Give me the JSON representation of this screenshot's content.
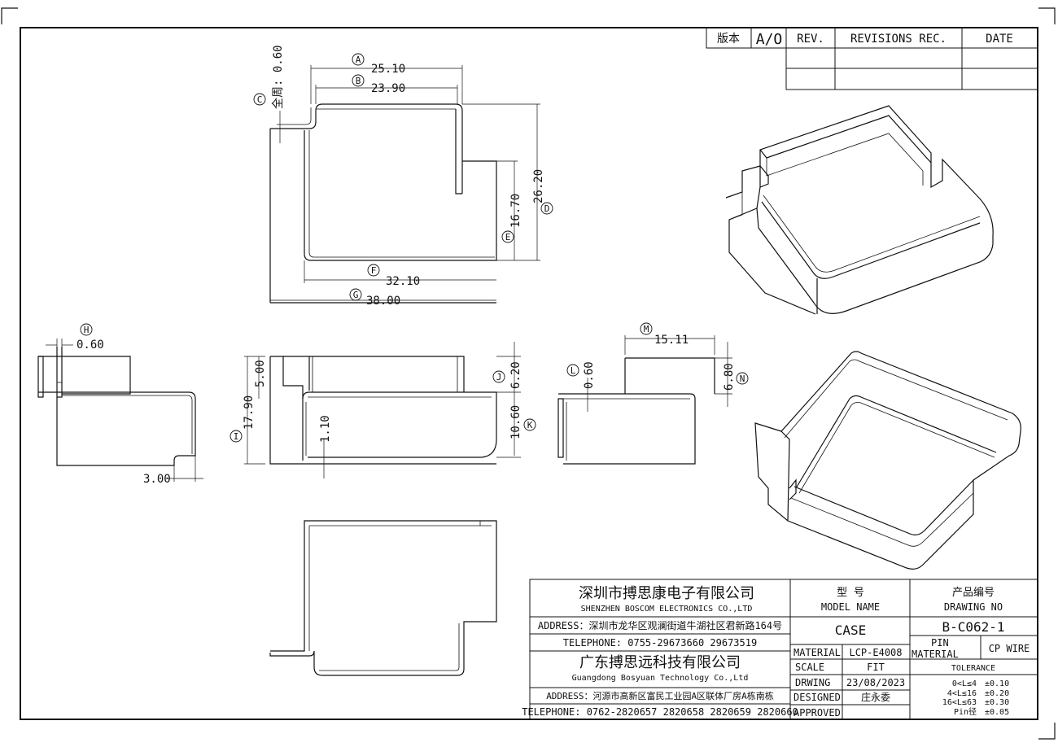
{
  "revision_block": {
    "version_label": "版本",
    "version_value": "A/O",
    "rev_header": "REV.",
    "revisions_header": "REVISIONS REC.",
    "date_header": "DATE"
  },
  "dimensions": {
    "A": "25.10",
    "B": "23.90",
    "C": "全周: 0.60",
    "D": "26.20",
    "E": "16.70",
    "F": "32.10",
    "G": "38.00",
    "H": "0.60",
    "side_left_bottom": "3.00",
    "I": "17.90",
    "front_notch": "5.00",
    "front_base": "1.10",
    "J": "6.20",
    "K": "10.60",
    "L": "0.60",
    "M": "15.11",
    "N": "6.80"
  },
  "balloons": {
    "A": "A",
    "B": "B",
    "C": "C",
    "D": "D",
    "E": "E",
    "F": "F",
    "G": "G",
    "H": "H",
    "I": "I",
    "J": "J",
    "K": "K",
    "L": "L",
    "M": "M",
    "N": "N"
  },
  "title_block": {
    "company1_cn": "深圳市搏思康电子有限公司",
    "company1_en": "SHENZHEN BOSCOM ELECTRONICS CO.,LTD",
    "address1": "ADDRESS：深圳市龙华区观澜街道牛湖社区君新路164号",
    "telephone1": "TELEPHONE: 0755-29673660 29673519",
    "company2_cn": "广东搏思远科技有限公司",
    "company2_en": "Guangdong Bosyuan Technology Co.,Ltd",
    "address2": "ADDRESS：河源市高新区富民工业园A区联体厂房A栋南栋",
    "telephone2": "TELEPHONE: 0762-2820657 2820658 2820659 2820660",
    "model_cn": "型    号",
    "model_en": "MODEL NAME",
    "model_value": "CASE",
    "drawing_cn": "产品编号",
    "drawing_en": "DRAWING NO",
    "drawing_value": "B-C062-1",
    "material_label": "MATERIAL",
    "material_value": "LCP-E4008",
    "pin_material_label_1": "PIN",
    "pin_material_label_2": "MATERIAL",
    "pin_material_value": "CP WIRE",
    "scale_label": "SCALE",
    "scale_value": "FIT",
    "drwing_label": "DRWING",
    "drwing_value": "23/08/2023",
    "designed_label": "DESIGNED",
    "designed_value": "庄永委",
    "approved_label": "APPROVED",
    "approved_value": "",
    "tolerance_label": "TOLERANCE",
    "tolerance_rows": [
      {
        "range": "0<L≤4",
        "value": "±0.10"
      },
      {
        "range": "4<L≤16",
        "value": "±0.20"
      },
      {
        "range": "16<L≤63",
        "value": "±0.30"
      },
      {
        "range": "Pin径",
        "value": "±0.05"
      }
    ]
  }
}
